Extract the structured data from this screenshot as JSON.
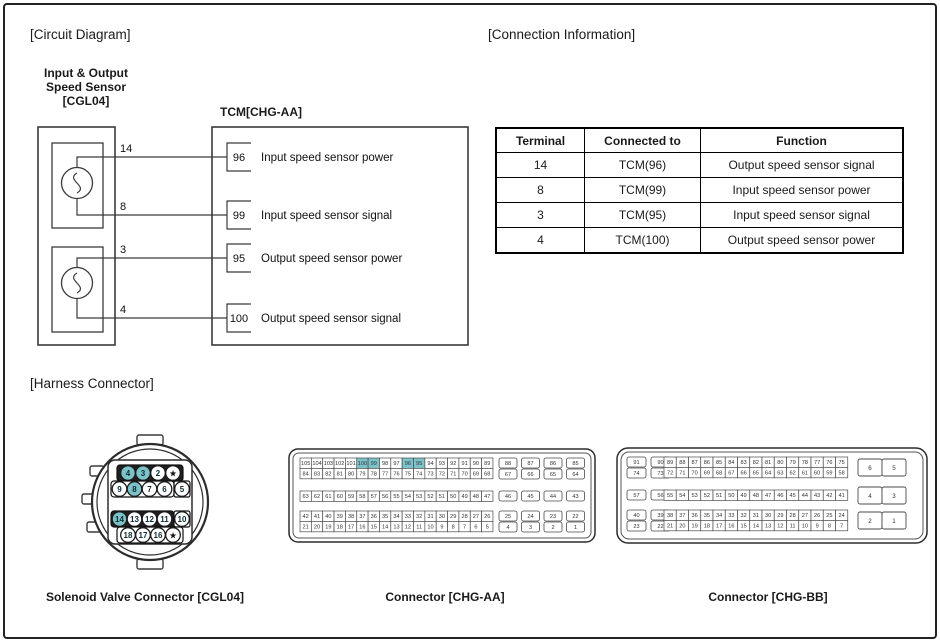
{
  "highlight_color": "#7cc2c9",
  "circuit_diagram": {
    "section_title": "[Circuit Diagram]",
    "sensor_label_lines": [
      "Input & Output",
      "Speed Sensor",
      "[CGL04]"
    ],
    "tcm_label": "TCM[CHG-AA]",
    "wires": [
      {
        "terminal": "14",
        "pin": "96",
        "function": "Input speed sensor power"
      },
      {
        "terminal": "8",
        "pin": "99",
        "function": "Input speed sensor signal"
      },
      {
        "terminal": "3",
        "pin": "95",
        "function": "Output speed sensor power"
      },
      {
        "terminal": "4",
        "pin": "100",
        "function": "Output speed sensor signal"
      }
    ]
  },
  "connection_information": {
    "section_title": "[Connection Information]",
    "table": {
      "headers": [
        "Terminal",
        "Connected to",
        "Function"
      ],
      "rows": [
        [
          "14",
          "TCM(96)",
          "Output speed sensor signal"
        ],
        [
          "8",
          "TCM(99)",
          "Input speed sensor power"
        ],
        [
          "3",
          "TCM(95)",
          "Input speed sensor signal"
        ],
        [
          "4",
          "TCM(100)",
          "Output speed sensor power"
        ]
      ]
    }
  },
  "harness_connector": {
    "section_title": "[Harness Connector]",
    "cgl04": {
      "label": "Solenoid Valve Connector [CGL04]",
      "rows": [
        {
          "pins": [
            "4",
            "3",
            "2",
            "★"
          ],
          "separate": [],
          "dark": true
        },
        {
          "pins": [
            "9",
            "8",
            "7",
            "6"
          ],
          "separate": [
            "5"
          ],
          "dark": false
        },
        {
          "pins": [
            "14",
            "13",
            "12",
            "11"
          ],
          "separate": [
            "10"
          ],
          "dark": true
        },
        {
          "pins": [
            "18",
            "17",
            "16",
            "★"
          ],
          "separate": [],
          "dark": false
        }
      ],
      "highlighted_pins": [
        "4",
        "3",
        "8",
        "14"
      ]
    },
    "chg_aa": {
      "label": "Connector [CHG-AA]",
      "highlighted_cells": [
        100,
        99,
        96,
        95
      ],
      "bands": [
        {
          "grid_rows": [
            [
              105,
              104,
              103,
              102,
              101,
              100,
              99,
              98,
              97,
              96,
              95,
              94,
              93,
              92,
              91,
              90,
              89
            ],
            [
              84,
              83,
              82,
              81,
              80,
              79,
              78,
              77,
              76,
              75,
              74,
              73,
              72,
              71,
              70,
              69,
              68
            ]
          ],
          "box_rows": [
            [
              88,
              87,
              86,
              85
            ],
            [
              67,
              66,
              65,
              64
            ]
          ]
        },
        {
          "grid_rows": [
            [
              63,
              62,
              61,
              60,
              59,
              58,
              57,
              56,
              55,
              54,
              53,
              52,
              51,
              50,
              49,
              48,
              47
            ]
          ],
          "box_rows": [
            [
              46,
              45,
              44,
              43
            ]
          ]
        },
        {
          "grid_rows": [
            [
              42,
              41,
              40,
              39,
              38,
              37,
              36,
              35,
              34,
              33,
              32,
              31,
              30,
              29,
              28,
              27,
              26
            ],
            [
              21,
              20,
              19,
              18,
              17,
              16,
              15,
              14,
              13,
              12,
              11,
              10,
              9,
              8,
              7,
              6,
              5
            ]
          ],
          "box_rows": [
            [
              25,
              24,
              23,
              22
            ],
            [
              4,
              3,
              2,
              1
            ]
          ]
        }
      ]
    },
    "chg_bb": {
      "label": "Connector [CHG-BB]",
      "highlighted_cells": [],
      "bands": [
        {
          "left_boxes": [
            [
              91,
              90
            ],
            [
              74,
              73
            ]
          ],
          "grid_rows": [
            [
              89,
              88,
              87,
              86,
              85,
              84,
              83,
              82,
              81,
              80,
              79,
              78,
              77,
              76,
              75
            ],
            [
              72,
              71,
              70,
              69,
              68,
              67,
              66,
              65,
              64,
              63,
              62,
              61,
              60,
              59,
              58
            ]
          ]
        },
        {
          "left_boxes": [
            [
              57,
              56
            ]
          ],
          "grid_rows": [
            [
              55,
              54,
              53,
              52,
              51,
              50,
              49,
              48,
              47,
              46,
              45,
              44,
              43,
              42,
              41
            ]
          ]
        },
        {
          "left_boxes": [
            [
              40,
              39
            ],
            [
              23,
              22
            ]
          ],
          "grid_rows": [
            [
              38,
              37,
              36,
              35,
              34,
              33,
              32,
              31,
              30,
              29,
              28,
              27,
              26,
              25,
              24
            ],
            [
              21,
              20,
              19,
              18,
              17,
              16,
              15,
              14,
              13,
              12,
              11,
              10,
              9,
              8,
              7
            ]
          ]
        }
      ],
      "right_boxes": [
        [
          6,
          5
        ],
        [
          4,
          3
        ],
        [
          2,
          1
        ]
      ]
    }
  }
}
